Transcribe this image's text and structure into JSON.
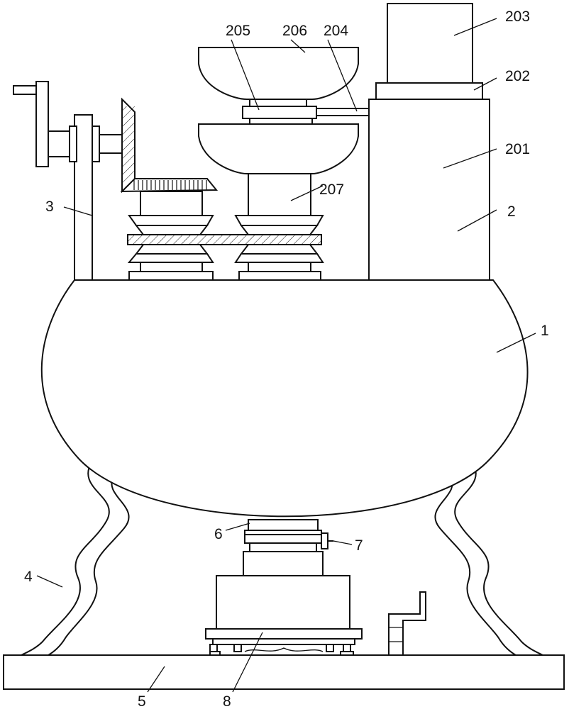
{
  "labels": {
    "l1": "1",
    "l2": "2",
    "l3": "3",
    "l4": "4",
    "l5": "5",
    "l6": "6",
    "l7": "7",
    "l8": "8",
    "l201": "201",
    "l202": "202",
    "l203": "203",
    "l204": "204",
    "l205": "205",
    "l206": "206",
    "l207": "207"
  }
}
